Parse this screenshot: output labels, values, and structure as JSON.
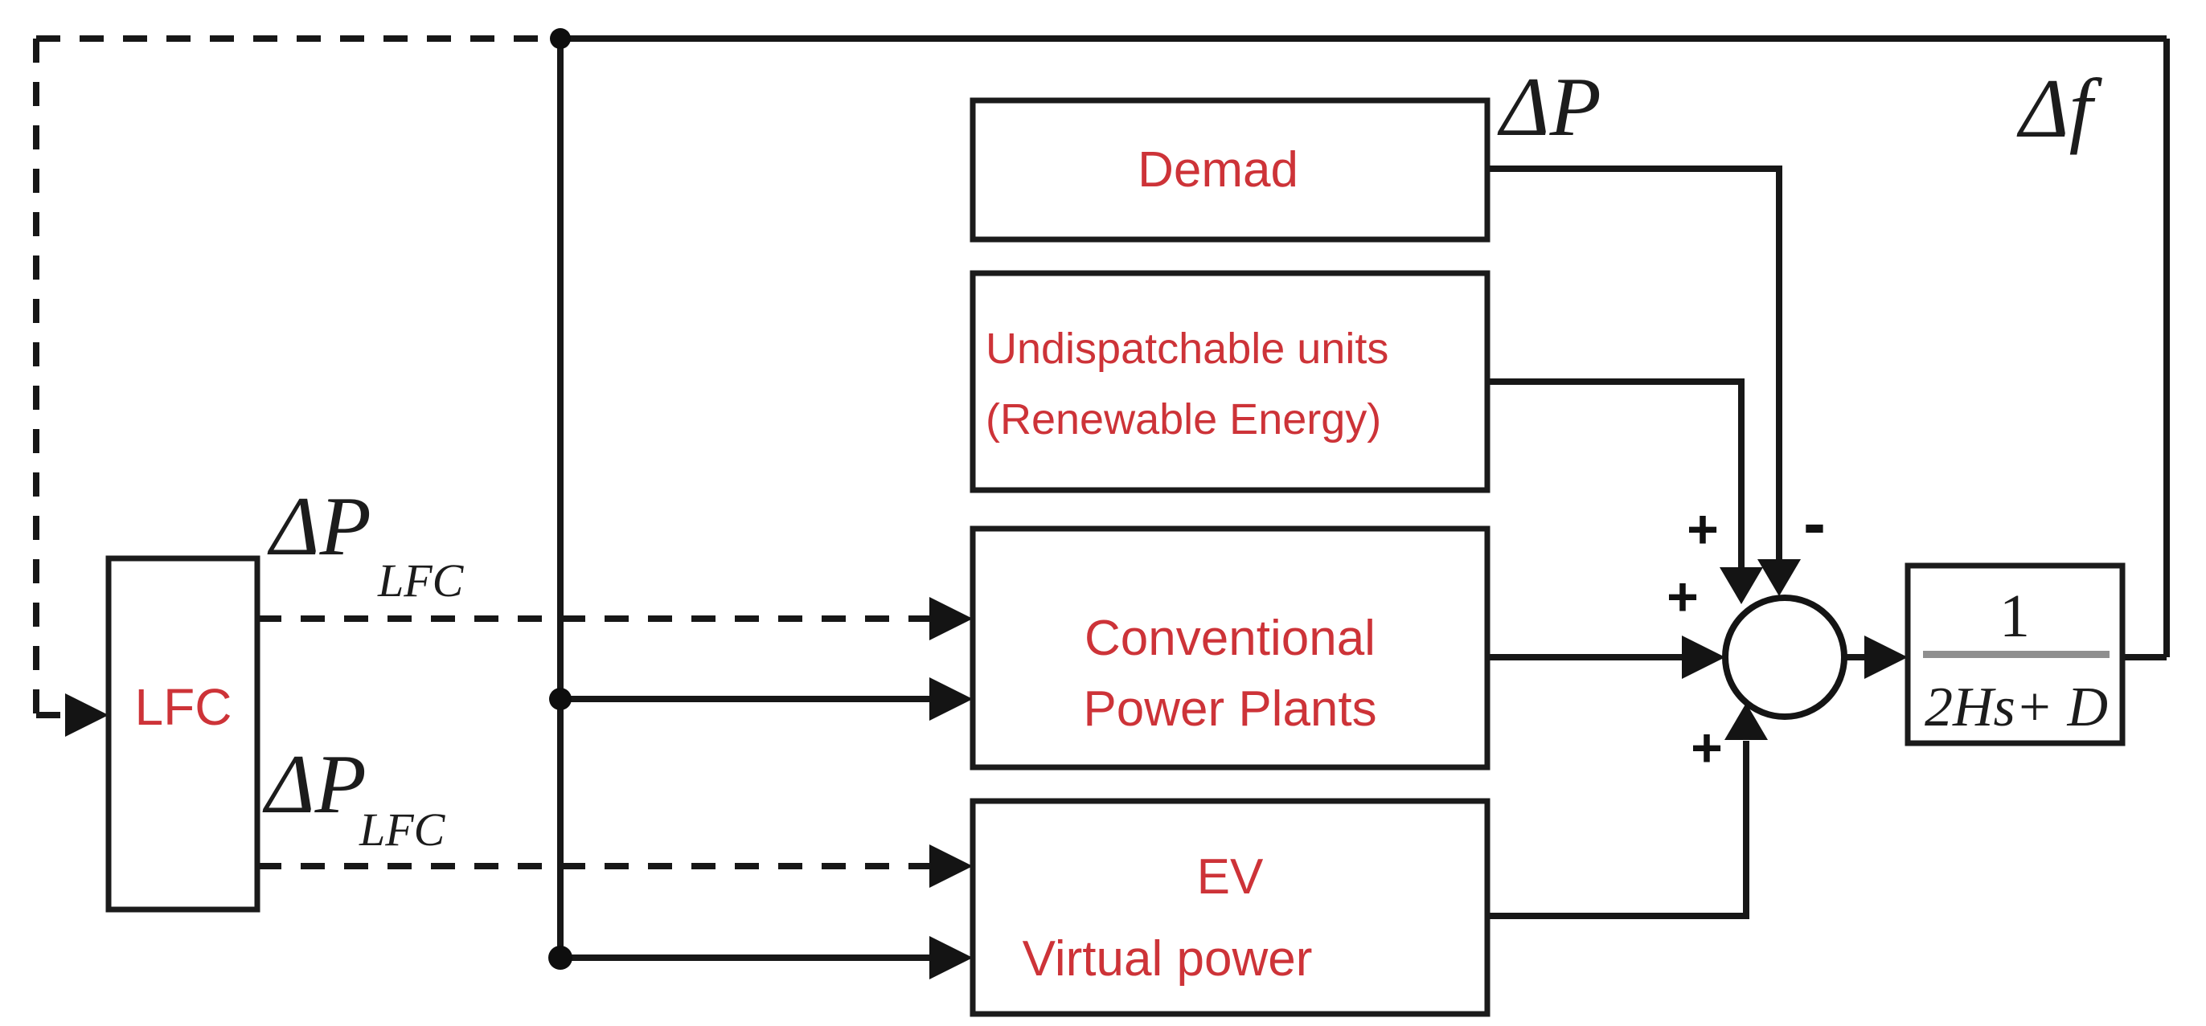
{
  "figure": {
    "colors": {
      "ink": "#171717",
      "accent_red": "#cd3338",
      "fraction_bar_gray": "#8f8f8f",
      "background": "#ffffff"
    }
  },
  "blocks": {
    "lfc": {
      "label": "LFC"
    },
    "demand": {
      "label": "Demad"
    },
    "undispatchable": {
      "line1": "Undispatchable units",
      "line2": "(Renewable Energy)"
    },
    "conventional": {
      "line1": "Conventional",
      "line2": "Power Plants"
    },
    "ev": {
      "line1": "EV",
      "line2": "Virtual power"
    },
    "inertia": {
      "numerator": "1",
      "denominator": "2Hs+ D"
    }
  },
  "signals": {
    "delta_p": "ΔP",
    "delta_f": "Δf",
    "lfc_upper": {
      "base": "ΔP",
      "sub": "LFC"
    },
    "lfc_lower": {
      "base": "ΔP",
      "sub": "LFC"
    }
  },
  "summing": {
    "plus_undispatchable": "+",
    "minus_demand": "-",
    "plus_conventional": "+",
    "plus_ev": "+"
  }
}
